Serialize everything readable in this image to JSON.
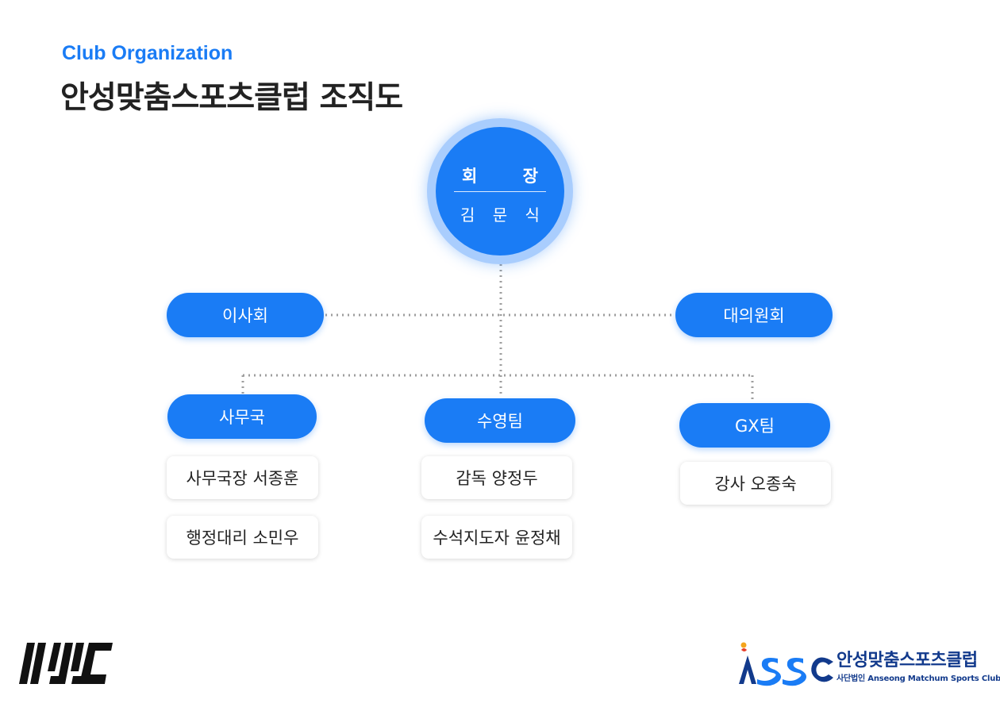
{
  "header": {
    "subtitle": "Club Organization",
    "title": "안성맞춤스포츠클럽 조직도"
  },
  "chairman": {
    "role_chars": [
      "회",
      "장"
    ],
    "name": "김 문 식"
  },
  "board": {
    "label": "이사회"
  },
  "delegates": {
    "label": "대의원회"
  },
  "departments": {
    "office": {
      "label": "사무국",
      "members": [
        "사무국장 서종훈",
        "행정대리 소민우"
      ]
    },
    "swimming": {
      "label": "수영팀",
      "members": [
        "감독 양정두",
        "수석지도자 윤정채"
      ]
    },
    "gx": {
      "label": "GX팀",
      "members": [
        "강사 오종숙"
      ]
    }
  },
  "logos": {
    "left_icon": "mmc-stripes-logo",
    "right_icon": "assc-logo",
    "right_name": "안성맞춤스포츠클럽",
    "right_sub": "사단법인 Anseong Matchum Sports Club"
  },
  "colors": {
    "accent": "#1a7cf5",
    "halo": "#a9cdfd",
    "connector": "#9e9e9e",
    "brand_navy": "#123a8c"
  }
}
